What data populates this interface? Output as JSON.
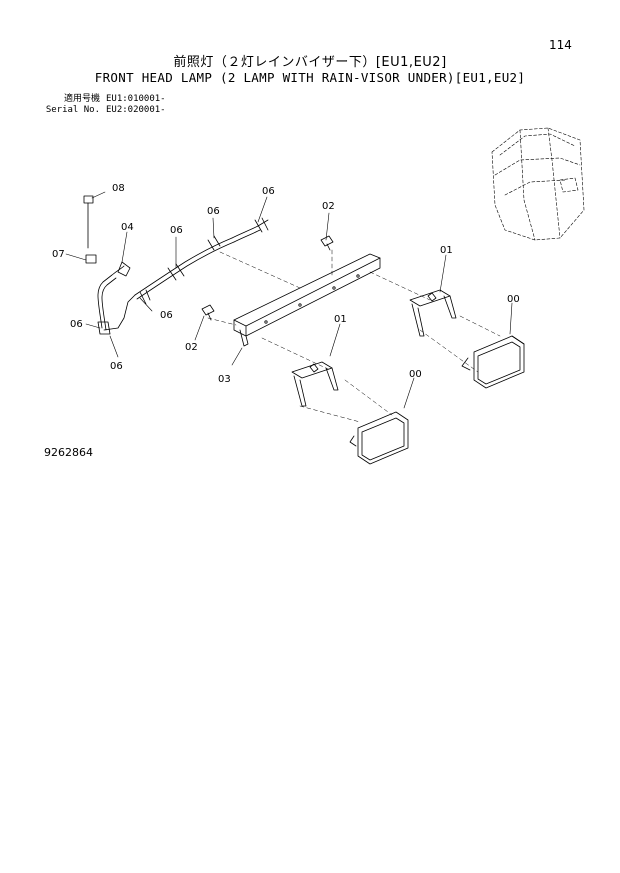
{
  "page": {
    "number": "114",
    "doc_number": "9262864"
  },
  "title": {
    "japanese": "前照灯（２灯レインバイザー下）[EU1,EU2]",
    "english": "FRONT HEAD LAMP (2 LAMP WITH RAIN-VISOR UNDER)[EU1,EU2]"
  },
  "serial": [
    {
      "label": "適用号機",
      "value": "EU1:010001-"
    },
    {
      "label": "Serial No.",
      "value": "EU2:020001-"
    }
  ],
  "callouts": [
    "08",
    "04",
    "07",
    "06",
    "06",
    "06",
    "06",
    "06",
    "06",
    "02",
    "02",
    "03",
    "01",
    "01",
    "00",
    "00"
  ]
}
